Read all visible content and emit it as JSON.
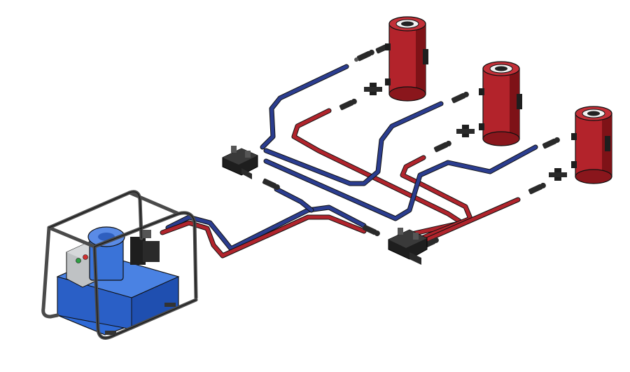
{
  "colors": {
    "background": "#ffffff",
    "supply_hose": "#b0242c",
    "return_hose": "#2b3d8f",
    "cylinder_body": "#b3232b",
    "cylinder_shade": "#7e1217",
    "pump_tank": "#2f6ad6",
    "pump_motor": "#3a73d8",
    "frame": "#4a4a4a",
    "coupler": "#2a2a2a",
    "manifold": "#1e1e1e",
    "control_box": "#bfc2c4",
    "button_green": "#2ea043",
    "button_red": "#d22f2f"
  },
  "components": {
    "pump": {
      "name": "hydraulic-pump-unit",
      "icon": "pump-icon"
    },
    "manifolds": [
      {
        "name": "manifold-block-upper",
        "icon": "manifold-icon"
      },
      {
        "name": "manifold-block-lower",
        "icon": "manifold-icon"
      }
    ],
    "cylinders": [
      {
        "name": "cylinder-1",
        "icon": "hydraulic-cylinder-icon"
      },
      {
        "name": "cylinder-2",
        "icon": "hydraulic-cylinder-icon"
      },
      {
        "name": "cylinder-3",
        "icon": "hydraulic-cylinder-icon"
      }
    ],
    "hose_types": [
      "supply",
      "return"
    ]
  }
}
